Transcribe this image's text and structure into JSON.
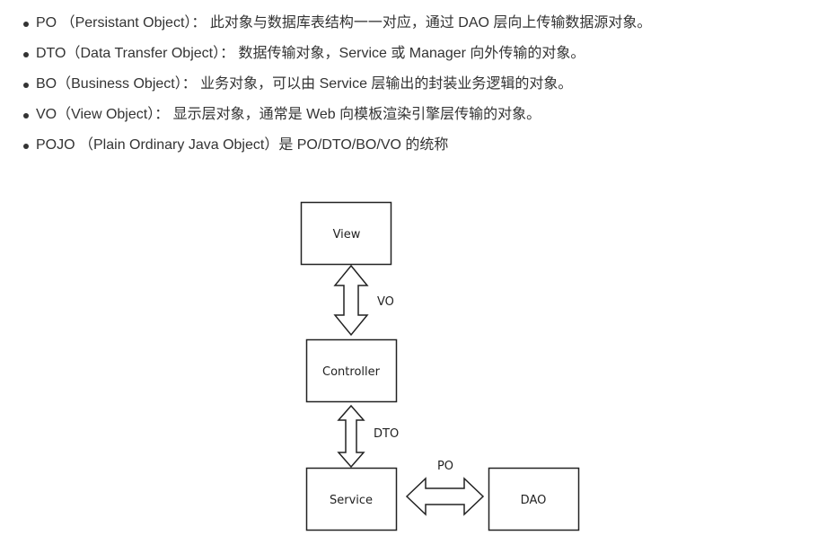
{
  "bullets": [
    "PO （Persistant Object）： 此对象与数据库表结构一一对应，通过 DAO 层向上传输数据源对象。",
    "DTO（Data Transfer Object）： 数据传输对象，Service 或 Manager 向外传输的对象。",
    "BO（Business Object）： 业务对象，可以由 Service 层输出的封装业务逻辑的对象。",
    "VO（View Object）： 显示层对象，通常是 Web 向模板渲染引擎层传输的对象。",
    "POJO （Plain Ordinary Java Object）是 PO/DTO/BO/VO 的统称"
  ],
  "diagram": {
    "boxes": {
      "view": "View",
      "controller": "Controller",
      "service": "Service",
      "dao": "DAO"
    },
    "arrows": {
      "vo": "VO",
      "dto": "DTO",
      "po": "PO"
    }
  }
}
